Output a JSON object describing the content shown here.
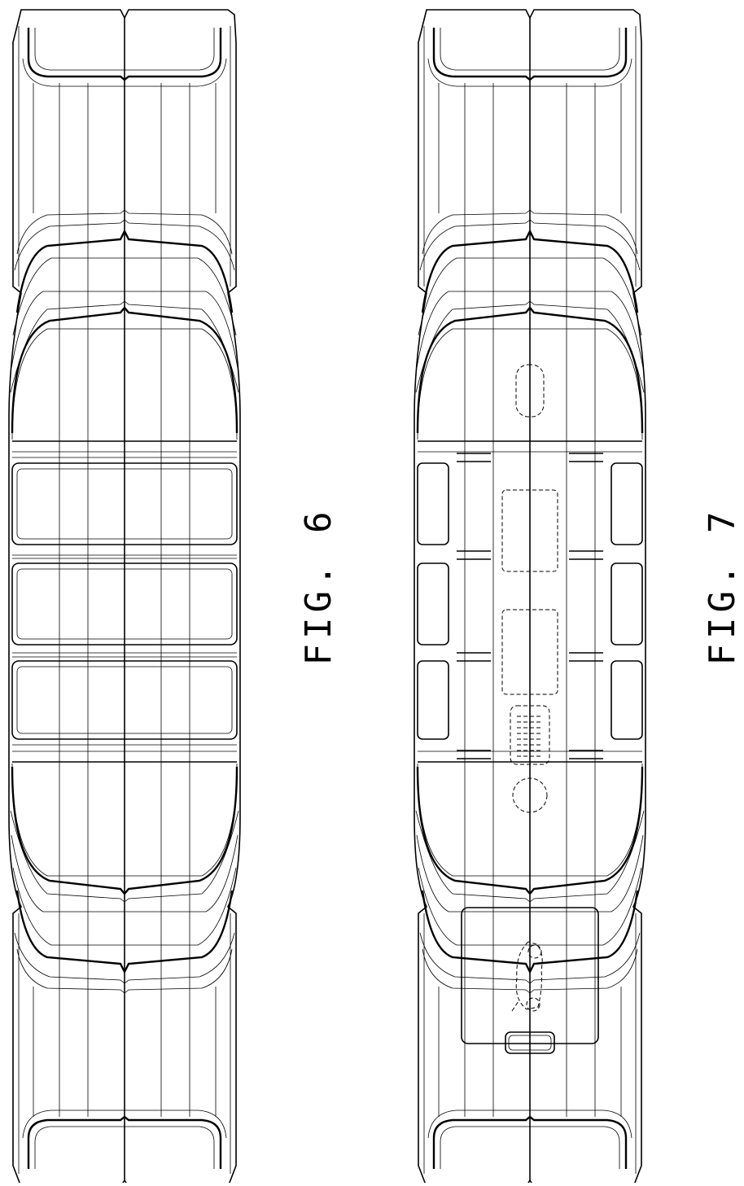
{
  "figures": [
    {
      "id": "fig6",
      "label": "FIG. 6"
    },
    {
      "id": "fig7",
      "label": "FIG. 7"
    }
  ]
}
